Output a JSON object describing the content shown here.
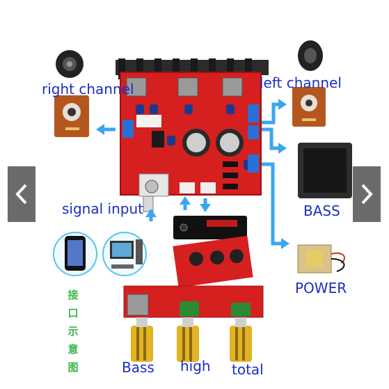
{
  "labels": {
    "right_channel": "right channel",
    "left_channel": "left channel",
    "signal_input": "signal input",
    "bass_speaker": "BASS",
    "power": "POWER",
    "knob_bass": "Bass",
    "knob_high": "high",
    "knob_total": "total"
  },
  "vertical_text": [
    "接",
    "口",
    "示",
    "意",
    "图"
  ],
  "carousel": {
    "prev_icon": "chevron-left-icon",
    "next_icon": "chevron-right-icon"
  },
  "colors": {
    "label_blue": "#1a2fc0",
    "arrow_blue": "#3aa6ef",
    "pcb_red": "#d61f1f",
    "nav_gray": "#5b5b5b",
    "vertical_text_green": "#3bb54a"
  }
}
